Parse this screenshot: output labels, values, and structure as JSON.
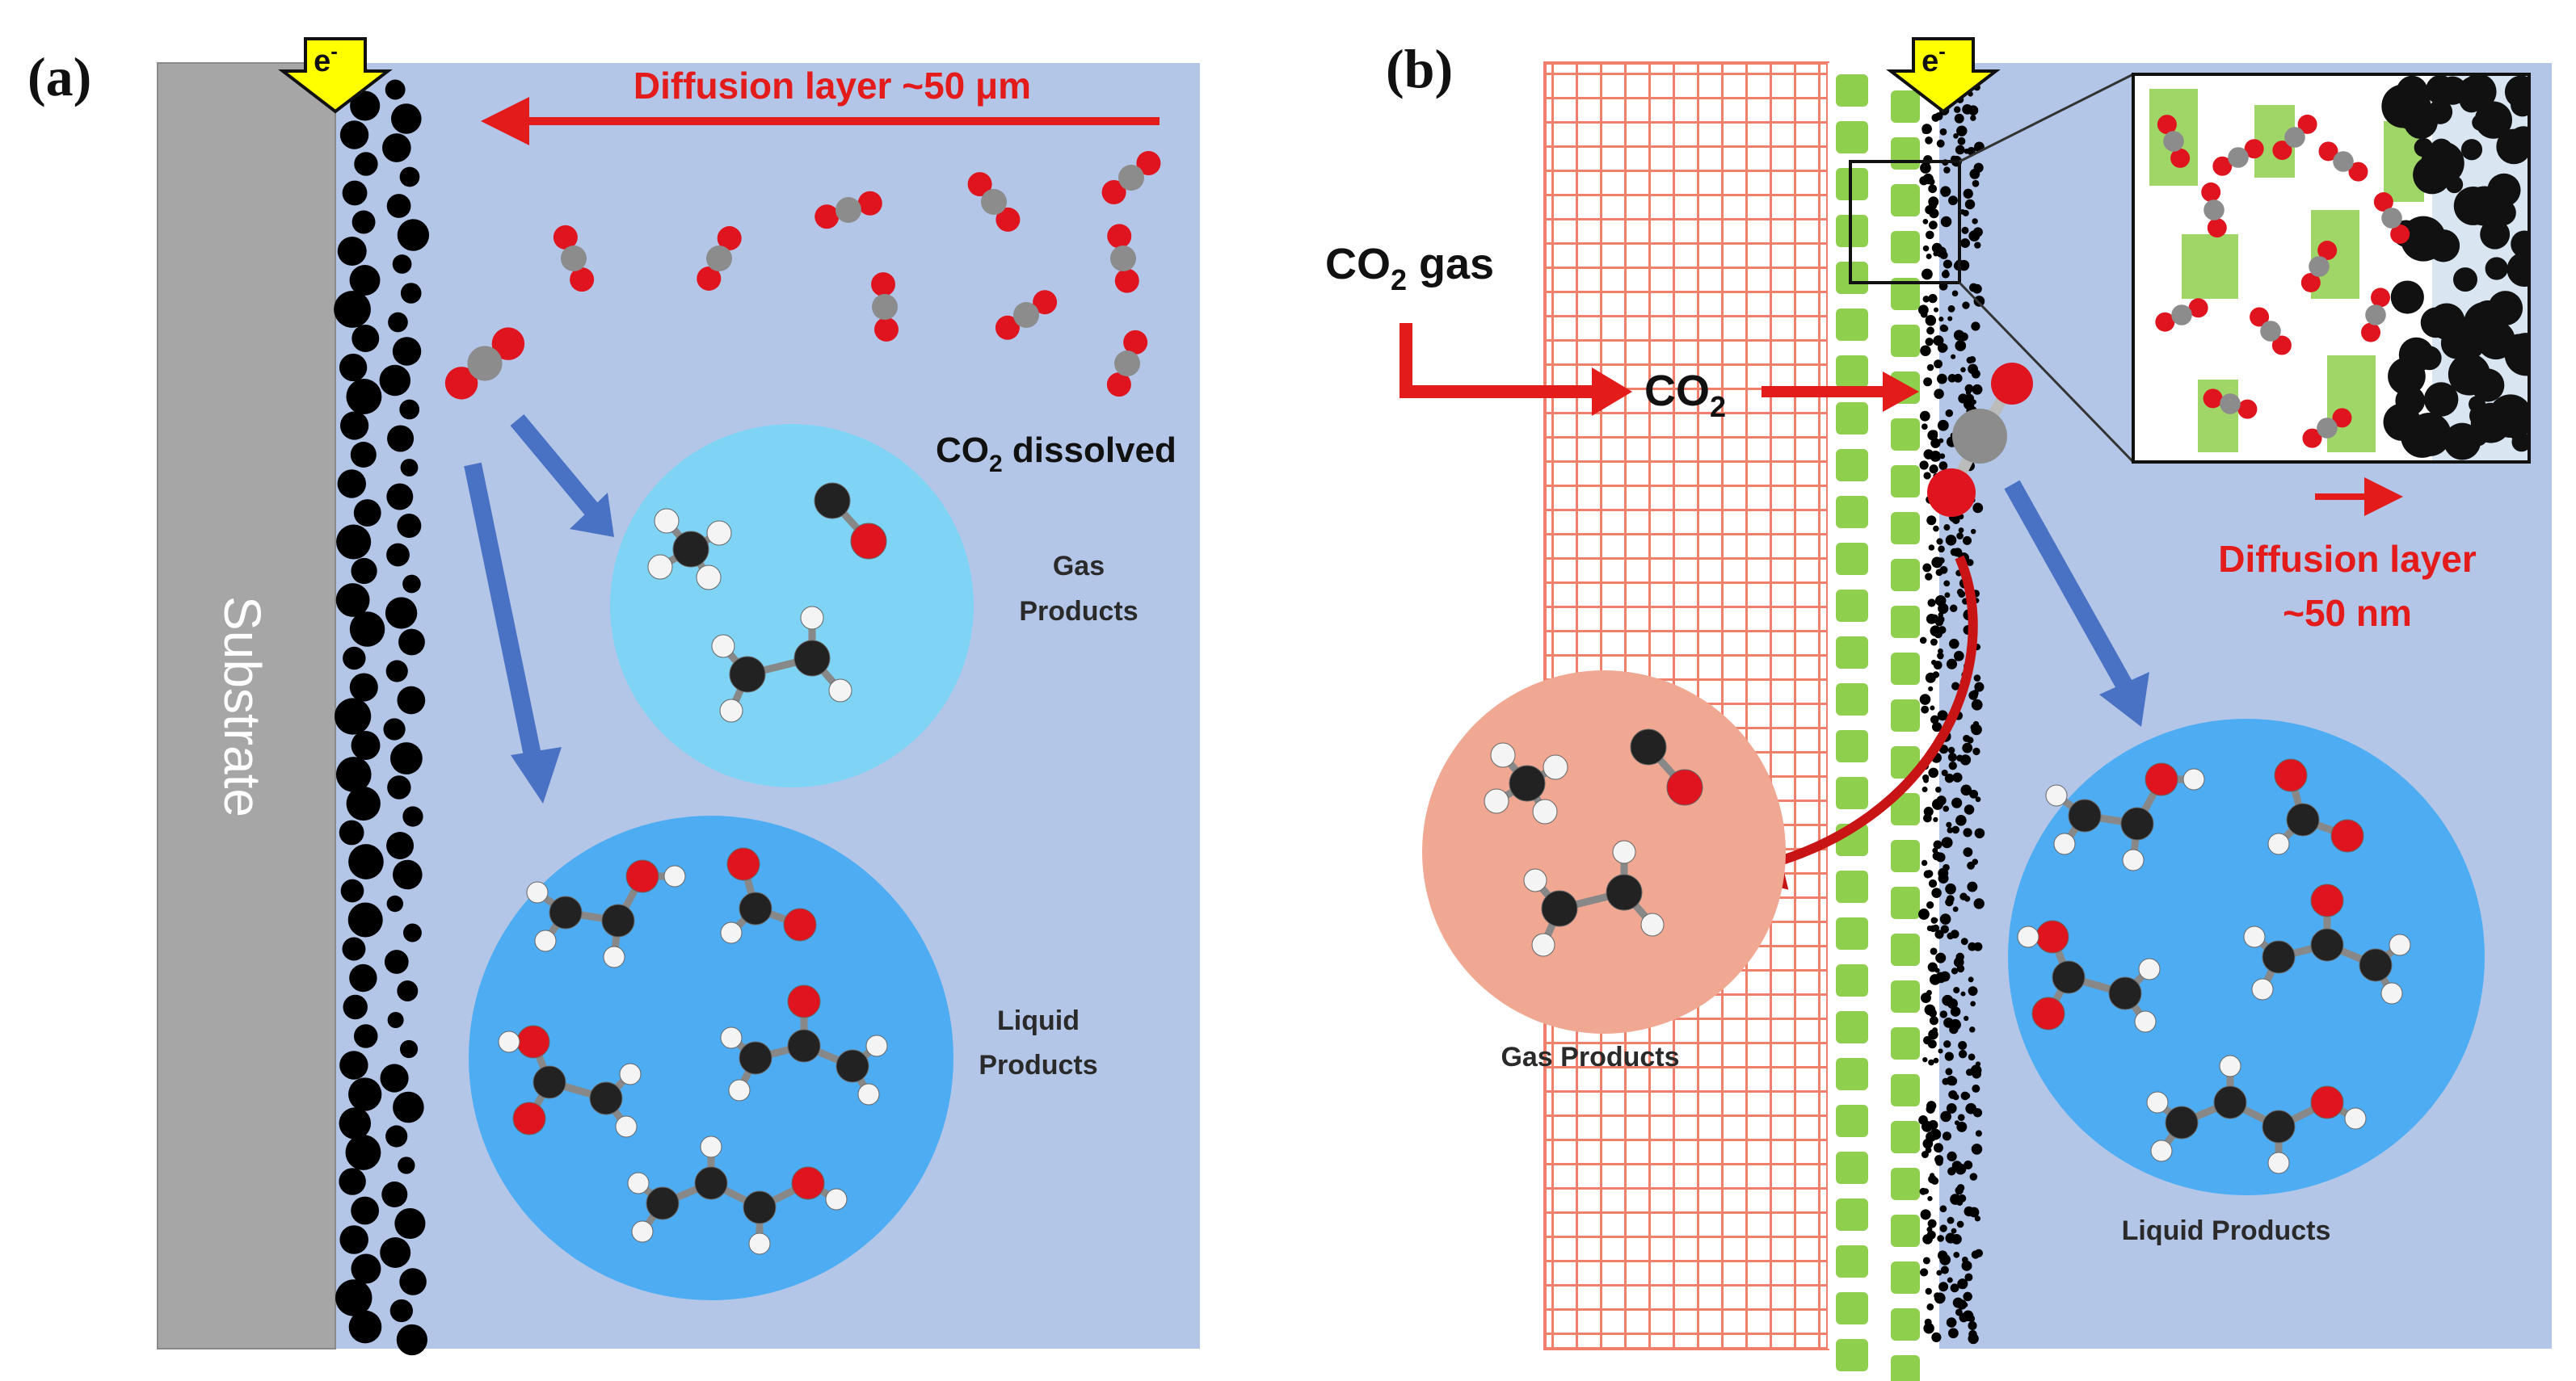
{
  "panel_a": {
    "letter": "(a)",
    "substrate": "Substrate",
    "electron": "e",
    "electron_sup": "-",
    "diffusion_label": "Diffusion layer ~50 μm",
    "co2_dissolved_prefix": "CO",
    "co2_dissolved_sub": "2",
    "co2_dissolved_suffix": " dissolved",
    "gas_products_line1": "Gas",
    "gas_products_line2": "Products",
    "liquid_products_line1": "Liquid",
    "liquid_products_line2": "Products"
  },
  "panel_b": {
    "letter": "(b)",
    "electron": "e",
    "electron_sup": "-",
    "co2_gas_prefix": "CO",
    "co2_gas_sub": "2",
    "co2_gas_suffix": " gas",
    "co2_prefix": "CO",
    "co2_sub": "2",
    "diffusion_line1": "Diffusion layer",
    "diffusion_line2": "~50 nm",
    "gas_products": "Gas Products",
    "liquid_products": "Liquid Products"
  },
  "colors": {
    "electrolyte": "#b4c6e7",
    "substrate": "#a6a6a6",
    "catalyst": "#000000",
    "oxygen": "#e0141e",
    "carbon": "#8c8c8c",
    "arrow_red": "#e31b1b",
    "arrow_blue": "#4a72c4",
    "gas_circle_a": "#7fd3f5",
    "liquid_circle": "#4eacf2",
    "gas_circle_b": "#f0a893",
    "gdl_mesh": "#f07f6b",
    "microporous": "#8fcf4e",
    "electron_arrow": "#ffff00"
  }
}
